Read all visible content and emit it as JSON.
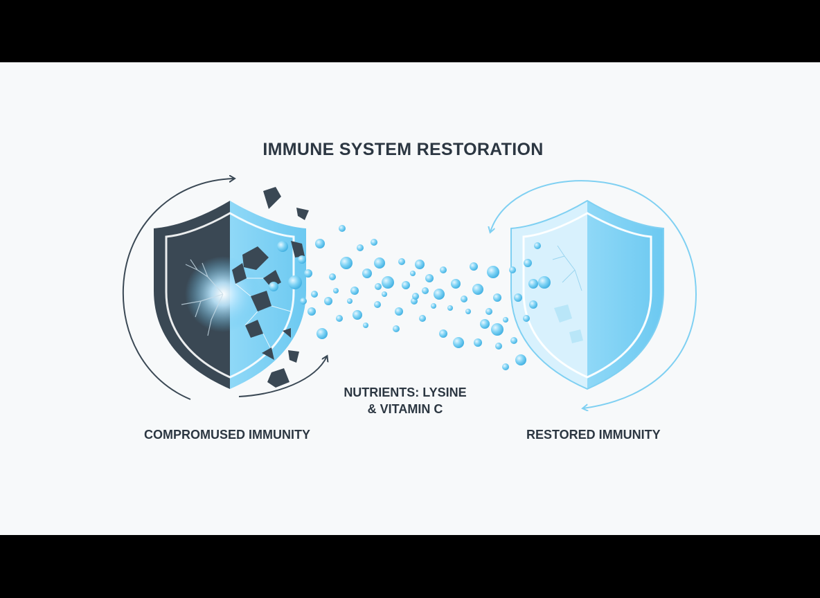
{
  "title": "IMMUNE SYSTEM RESTORATION",
  "left_label": "COMPROMUSED IMMUNITY",
  "right_label": "RESTORED IMMUNITY",
  "nutrients": {
    "line1": "NUTRIENTS: LYSINE",
    "line2": "& VITAMIN C"
  },
  "colors": {
    "dark": "#3a4854",
    "light_blue": "#7fd0f2",
    "accent_blue": "#4fb6e6",
    "text": "#2c3742"
  },
  "icons": [
    "cracked-shield-icon",
    "restored-shield-icon",
    "cycle-arrow-icon",
    "nutrient-particle-icon"
  ]
}
